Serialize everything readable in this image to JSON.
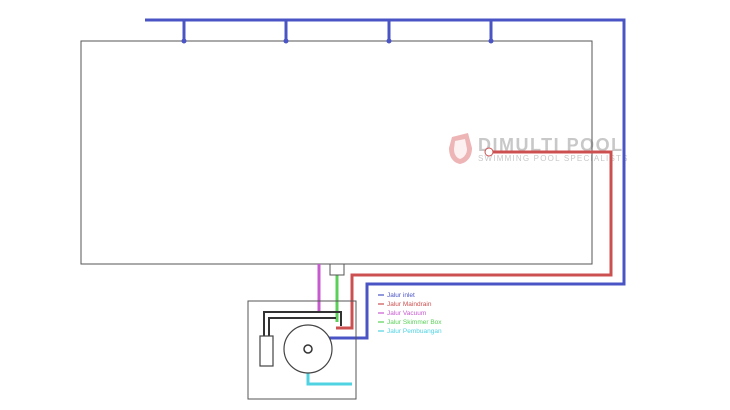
{
  "colors": {
    "inlet": "#4a54c4",
    "maindrain": "#cc5050",
    "vacuum": "#c85ad0",
    "skimmer": "#5ad05a",
    "pembuangan": "#4fd3e3",
    "outline": "#555555",
    "pipe_dark": "#333333",
    "watermark_logo": "#e9a3a3",
    "watermark_text": "#c8c8c8"
  },
  "watermark": {
    "title": "DIMULTI POOL",
    "subtitle": "SWIMMING POOL SPECIALISTS",
    "logo_icon": "pool-shield-icon"
  },
  "legend": [
    {
      "key": "inlet",
      "label": "Jalur inlet"
    },
    {
      "key": "maindrain",
      "label": "Jalur Maindrain"
    },
    {
      "key": "vacuum",
      "label": "Jalur Vacuum"
    },
    {
      "key": "skimmer",
      "label": "Jalur Skimmer Box"
    },
    {
      "key": "pembuangan",
      "label": "Jalur Pembuangan"
    }
  ]
}
